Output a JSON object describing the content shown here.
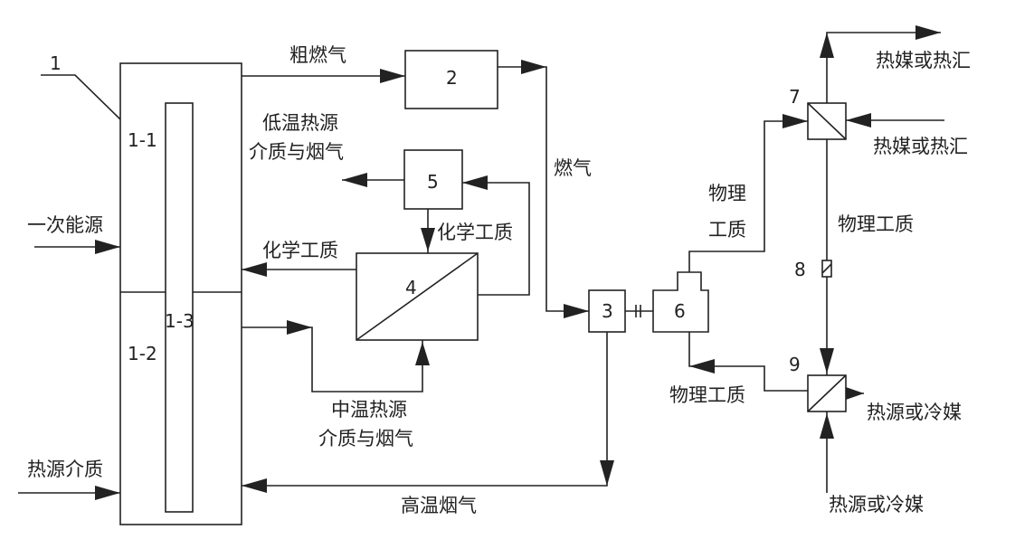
{
  "numbers": {
    "n1": "1",
    "n1_1": "1-1",
    "n1_2": "1-2",
    "n1_3": "1-3",
    "n2": "2",
    "n3": "3",
    "n4": "4",
    "n5": "5",
    "n6": "6",
    "n7": "7",
    "n8": "8",
    "n9": "9"
  },
  "labels": {
    "primary_energy": "一次能源",
    "heat_source_medium": "热源介质",
    "crude_gas": "粗燃气",
    "low_temp_line1": "低温热源",
    "low_temp_line2": "介质与烟气",
    "fuel_gas": "燃气",
    "chemical_medium_top": "化学工质",
    "chemical_medium_left": "化学工质",
    "mid_temp_line1": "中温热源",
    "mid_temp_line2": "介质与烟气",
    "high_temp_flue": "高温烟气",
    "physical_medium_top_line1": "物理",
    "physical_medium_top_line2": "工质",
    "physical_medium_right": "物理工质",
    "physical_medium_bottom": "物理工质",
    "heat_carrier_sink_out": "热媒或热汇",
    "heat_carrier_sink_in": "热媒或热汇",
    "heat_source_coolant_out": "热源或冷媒",
    "heat_source_coolant_in": "热源或冷媒"
  }
}
